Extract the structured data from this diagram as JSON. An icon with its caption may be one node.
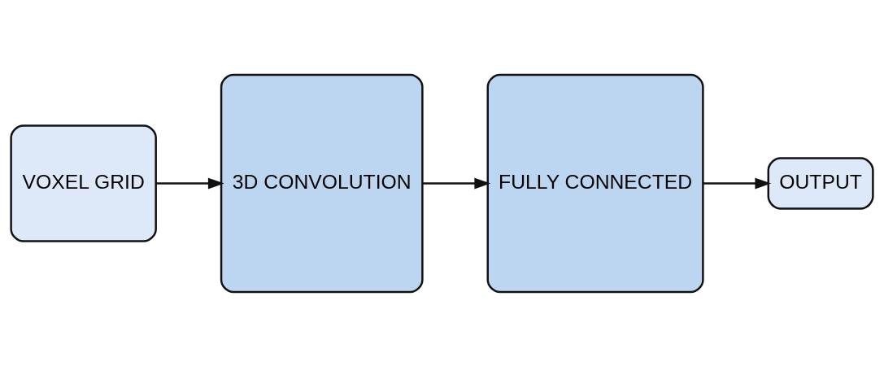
{
  "diagram": {
    "nodes": [
      {
        "text": [
          "VOXEL GRID"
        ]
      },
      {
        "text": [
          "3D CONVOLUTION"
        ]
      },
      {
        "text": [
          "FULLY CONNECTED"
        ]
      },
      {
        "text": [
          "OUTPUT"
        ]
      }
    ],
    "edges": [
      {
        "from": 0,
        "to": 1,
        "arrow": "to"
      },
      {
        "from": 1,
        "to": 2,
        "arrow": "to"
      },
      {
        "from": 2,
        "to": 3,
        "arrow": "to"
      }
    ]
  }
}
